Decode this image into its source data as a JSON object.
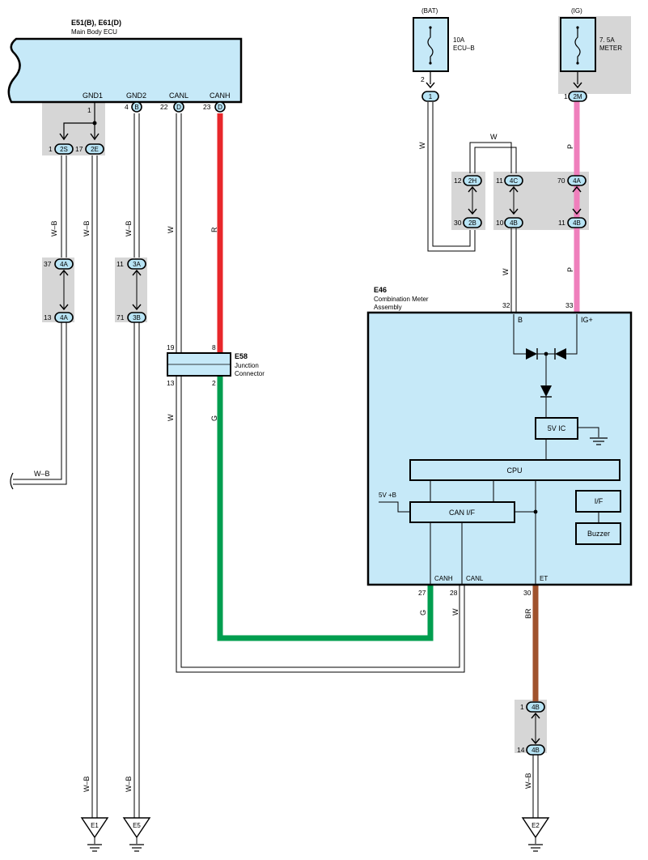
{
  "ecu": {
    "title": "E51(B), E61(D)",
    "subtitle": "Main Body ECU",
    "pins": {
      "gnd1": "GND1",
      "gnd2": "GND2",
      "canl": "CANL",
      "canh": "CANH"
    },
    "pin_numbers": {
      "gnd1": "1",
      "gnd2": "4",
      "canl": "22",
      "canh": "23"
    },
    "connector_codes": {
      "gnd2": "B",
      "canl": "D",
      "canh": "D"
    }
  },
  "fuse_bat": {
    "supply": "(BAT)",
    "rating": "10A",
    "name": "ECU–B",
    "pin": "2",
    "connector": "1"
  },
  "fuse_ig": {
    "supply": "(IG)",
    "rating": "7. 5A",
    "name": "METER",
    "pin": "1",
    "connector": "2M"
  },
  "junction": {
    "title": "E58",
    "line1": "Junction",
    "line2": "Connector",
    "pin_tl": "19",
    "pin_tr": "8",
    "pin_bl": "13",
    "pin_br": "2"
  },
  "meter": {
    "title": "E46",
    "line1": "Combination Meter",
    "line2": "Assembly",
    "pin_b": "32",
    "pin_ig": "33",
    "label_b": "B",
    "label_ig": "IG+",
    "ic": "5V IC",
    "cpu": "CPU",
    "can_if": "CAN I/F",
    "if": "I/F",
    "buzzer": "Buzzer",
    "supply": "5V +B",
    "label_canh": "CANH",
    "label_canl": "CANL",
    "label_et": "ET",
    "pin_canh": "27",
    "pin_canl": "28",
    "pin_et": "30"
  },
  "connectors": {
    "c2s": {
      "code": "2S",
      "pin": "1"
    },
    "c2e": {
      "code": "2E",
      "pin": "17"
    },
    "c4a_top": {
      "code": "4A",
      "pin": "37"
    },
    "c4a_bot": {
      "code": "4A",
      "pin": "13"
    },
    "c3a": {
      "code": "3A",
      "pin": "11"
    },
    "c3b": {
      "code": "3B",
      "pin": "71"
    },
    "c2h": {
      "code": "2H",
      "pin": "12"
    },
    "c2b": {
      "code": "2B",
      "pin": "30"
    },
    "c4c": {
      "code": "4C",
      "pin": "11"
    },
    "c4b_left": {
      "code": "4B",
      "pin": "10"
    },
    "c4a_right": {
      "code": "4A",
      "pin": "70"
    },
    "c4b_right": {
      "code": "4B",
      "pin": "11"
    },
    "c4b_low_top": {
      "code": "4B",
      "pin": "1"
    },
    "c4b_low_bot": {
      "code": "4B",
      "pin": "14"
    }
  },
  "wire_colors": {
    "wb": "W–B",
    "w": "W",
    "r": "R",
    "g": "G",
    "p": "P",
    "br": "BR"
  },
  "grounds": {
    "e1": "E1",
    "e5": "E5",
    "e2": "E2"
  },
  "colors": {
    "red": "#e8262a",
    "green": "#009e4f",
    "pink": "#ef7fbc",
    "brown": "#a0522d",
    "component_fill": "#c6e9f8",
    "connector_shade": "#d6d6d6"
  }
}
